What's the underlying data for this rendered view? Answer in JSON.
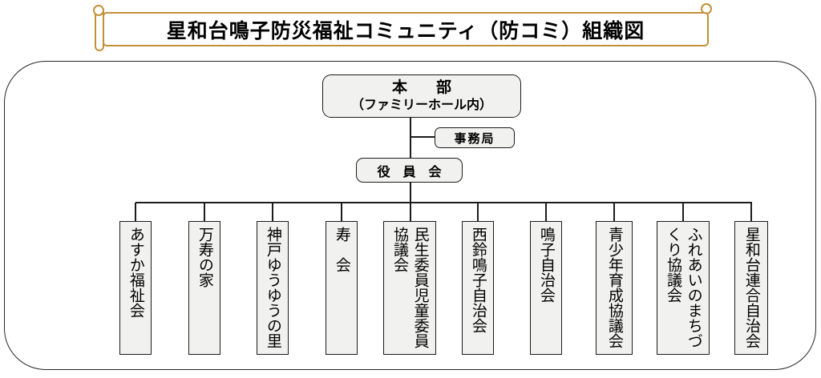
{
  "title": {
    "text": "星和台鳴子防災福祉コミュニティ（防コミ）組織図"
  },
  "org": {
    "headquarters": {
      "line1": "本　部",
      "line2": "（ファミリーホール内）"
    },
    "secretariat": {
      "label": "事務局"
    },
    "board": {
      "label": "役　員　会"
    },
    "members": [
      {
        "label": "あすか福祉会"
      },
      {
        "label": "万寿の家"
      },
      {
        "label": "神戸ゆうゆうの里"
      },
      {
        "label": "寿　会"
      },
      {
        "label": "民生委員児童委員協議会"
      },
      {
        "label": "西鈴鳴子自治会"
      },
      {
        "label": "鳴子自治会"
      },
      {
        "label": "青少年育成協議会"
      },
      {
        "label": "ふれあいのまちづくり協議会"
      },
      {
        "label": "星和台連合自治会"
      }
    ]
  },
  "colors": {
    "banner_border": "#C19138",
    "frame_border": "#262626",
    "node_fill": "#F1F1EF",
    "node_border": "#1C1C1C",
    "text": "#000000"
  }
}
